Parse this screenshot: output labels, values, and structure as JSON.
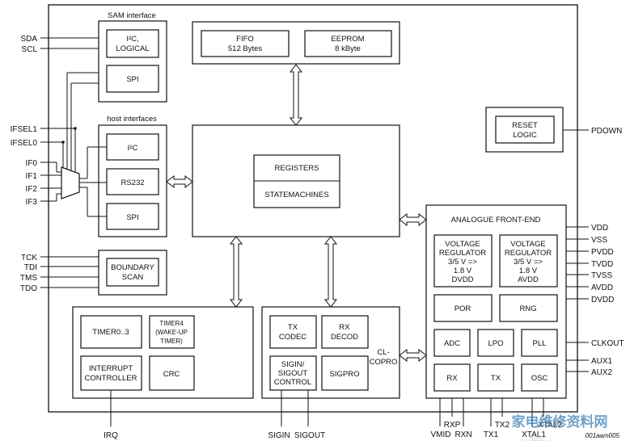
{
  "blocks": {
    "sam_interface": {
      "title": "SAM interface",
      "i2c_logical_line1": "I²C,",
      "i2c_logical_line2": "LOGICAL",
      "spi": "SPI"
    },
    "host_interfaces": {
      "title": "host interfaces",
      "i2c": "I²C",
      "rs232": "RS232",
      "spi": "SPI"
    },
    "fifo": {
      "line1": "FIFO",
      "line2": "512 Bytes"
    },
    "eeprom": {
      "line1": "EEPROM",
      "line2": "8 kByte"
    },
    "reset_logic": {
      "line1": "RESET",
      "line2": "LOGIC"
    },
    "core": {
      "registers": "REGISTERS",
      "statemachines": "STATEMACHINES"
    },
    "boundary_scan": {
      "line1": "BOUNDARY",
      "line2": "SCAN"
    },
    "timers": {
      "timer0_3": "TIMER0..3",
      "timer4_line1": "TIMER4",
      "timer4_line2": "(WAKE-UP",
      "timer4_line3": "TIMER)",
      "interrupt_line1": "INTERRUPT",
      "interrupt_line2": "CONTROLLER",
      "crc": "CRC"
    },
    "cl_copro": {
      "label_line1": "CL-",
      "label_line2": "COPRO",
      "tx_codec_line1": "TX",
      "tx_codec_line2": "CODEC",
      "rx_decod_line1": "RX",
      "rx_decod_line2": "DECOD",
      "sigin_sigout_line1": "SIGIN/",
      "sigin_sigout_line2": "SIGOUT",
      "sigin_sigout_line3": "CONTROL",
      "sigpro": "SIGPRO"
    },
    "analogue": {
      "title": "ANALOGUE FRONT-END",
      "vreg_dvdd": [
        "VOLTAGE",
        "REGULATOR",
        "3/5 V =>",
        "1.8 V",
        "DVDD"
      ],
      "vreg_avdd": [
        "VOLTAGE",
        "REGULATOR",
        "3/5 V =>",
        "1.8 V",
        "AVDD"
      ],
      "por": "POR",
      "rng": "RNG",
      "adc": "ADC",
      "lpo": "LPO",
      "pll": "PLL",
      "rx": "RX",
      "tx": "TX",
      "osc": "OSC"
    }
  },
  "pins": {
    "sda": "SDA",
    "scl": "SCL",
    "ifsel1": "IFSEL1",
    "ifsel0": "IFSEL0",
    "if0": "IF0",
    "if1": "IF1",
    "if2": "IF2",
    "if3": "IF3",
    "tck": "TCK",
    "tdi": "TDI",
    "tms": "TMS",
    "tdo": "TDO",
    "pdown": "PDOWN",
    "vdd": "VDD",
    "vss": "VSS",
    "pvdd": "PVDD",
    "tvdd": "TVDD",
    "tvss": "TVSS",
    "avdd": "AVDD",
    "dvdd": "DVDD",
    "clkout": "CLKOUT",
    "aux1": "AUX1",
    "aux2": "AUX2",
    "irq": "IRQ",
    "sigin": "SIGIN",
    "sigout": "SIGOUT",
    "rxp": "RXP",
    "vmid": "VMID",
    "rxn": "RXN",
    "tx2": "TX2",
    "tx1": "TX1",
    "xtal2": "XTAL2",
    "xtal1": "XTAL1"
  },
  "reference_code": "001aam005",
  "watermark": {
    "text": "家电维修资料网",
    "url_fragment": "... .5201..."
  }
}
